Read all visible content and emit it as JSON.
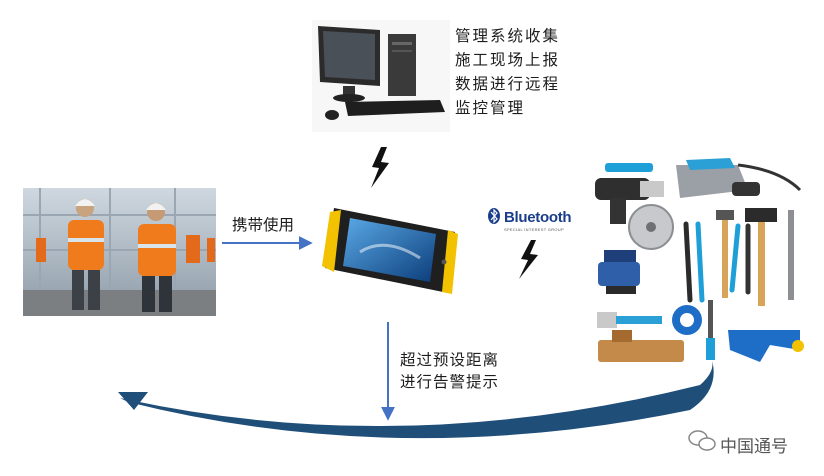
{
  "description_lines": [
    "管理系统收集",
    "施工现场上报",
    "数据进行远程",
    "监控管理"
  ],
  "carry_label": "携带使用",
  "alert_lines": [
    "超过预设距离",
    "进行告警提示"
  ],
  "bluetooth": {
    "name": "Bluetooth",
    "sub": "SPECIAL INTEREST GROUP"
  },
  "watermark": "中国通号",
  "colors": {
    "arrow": "#4472c4",
    "curve": "#1f4e79",
    "bolt": "#111111"
  },
  "icons": [
    "computer-icon",
    "rugged-phone-icon",
    "workers-photo",
    "tools-photo",
    "bluetooth-icon",
    "lightning-icon",
    "wechat-icon"
  ]
}
